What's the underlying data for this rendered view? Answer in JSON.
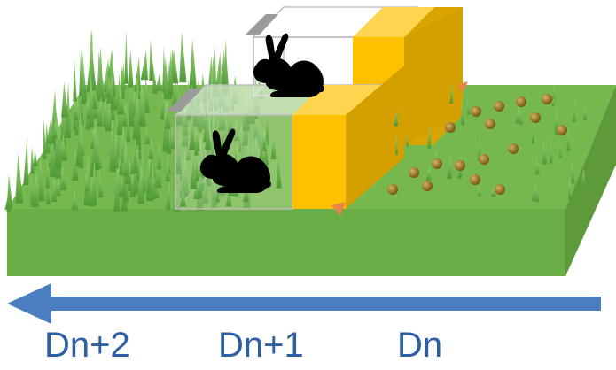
{
  "labels": {
    "day_left": "Dn+2",
    "day_mid": "Dn+1",
    "day_right": "Dn"
  },
  "arrow": {
    "direction": "left",
    "color": "#4A7EBF"
  },
  "colors": {
    "grass_top": "#77B84E",
    "grass_front": "#6BAE45",
    "grass_side": "#5C9A3A",
    "cage_yellow": "#FFC000",
    "cage_dark": "#D9A400",
    "pellet": "#8B6B1F",
    "label_text": "#2E5EA3"
  },
  "icons": [
    "rabbit-icon",
    "cage-icon",
    "grass-blade-icon",
    "pellet-icon"
  ]
}
